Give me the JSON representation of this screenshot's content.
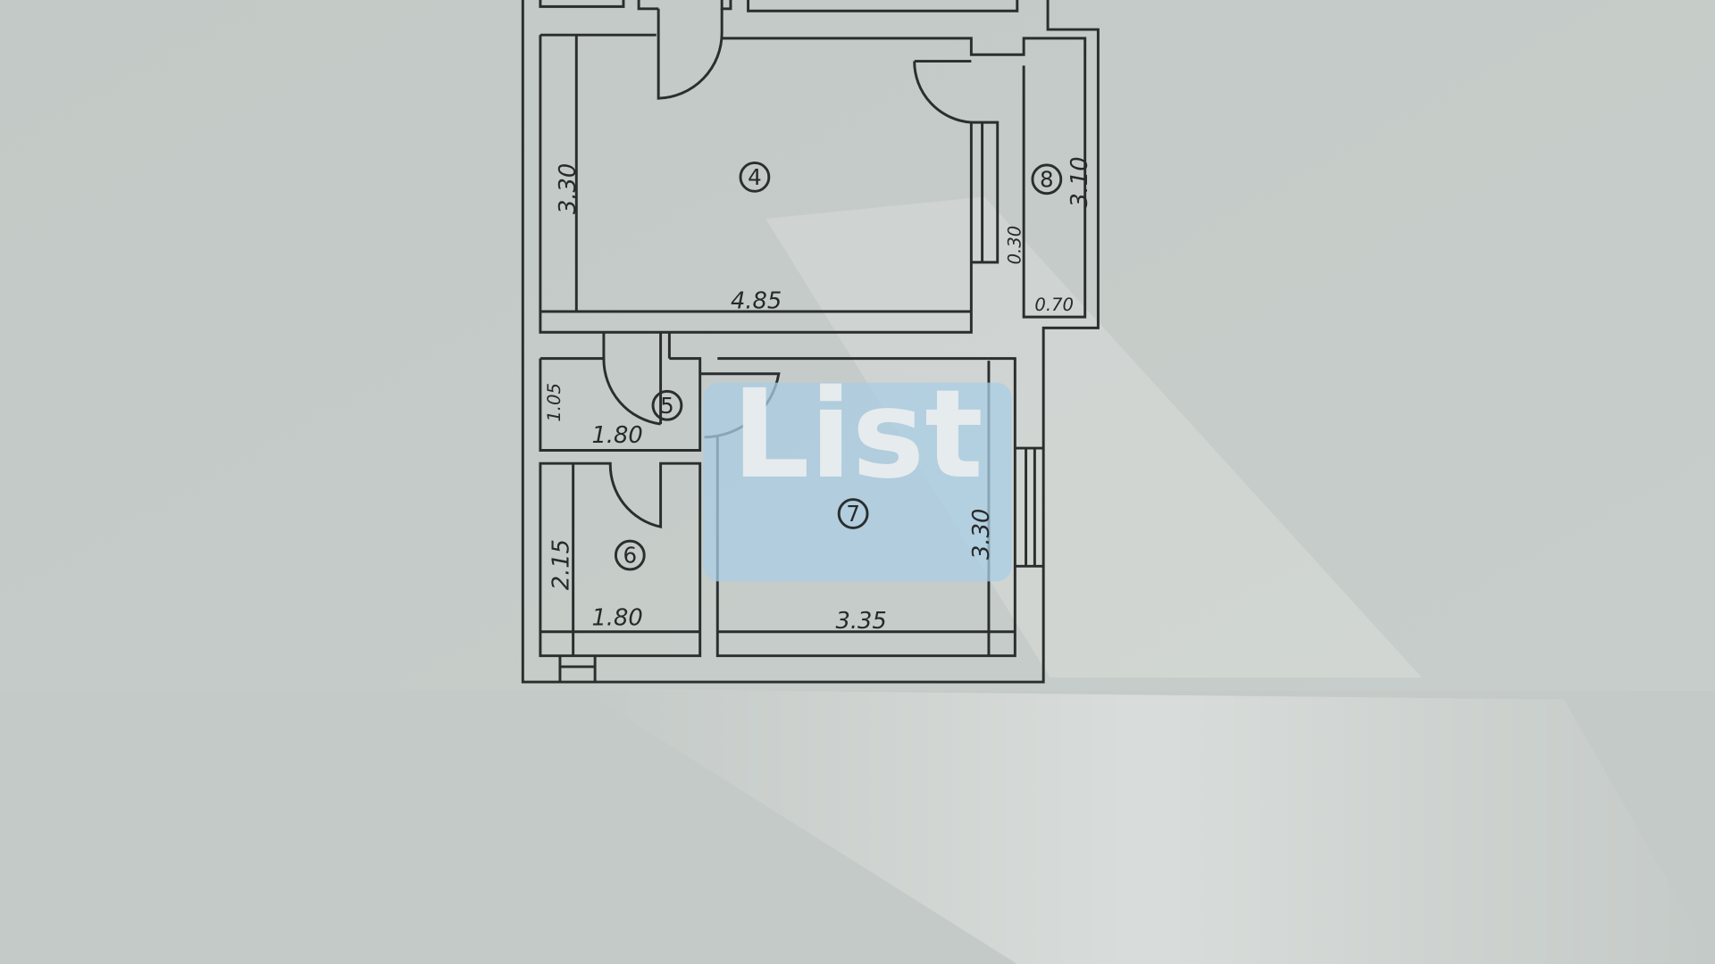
{
  "rooms": [
    {
      "number": "4",
      "width": "4.85",
      "height": "3.30"
    },
    {
      "number": "5",
      "width": "1.80",
      "height": "1.05"
    },
    {
      "number": "6",
      "width": "1.80",
      "height": "2.15"
    },
    {
      "number": "7",
      "width": "3.35",
      "height": "3.30"
    },
    {
      "number": "8",
      "width": "0.70",
      "height": "3.10"
    }
  ],
  "extra_dimensions": {
    "niche_depth": "0.30"
  },
  "watermark": {
    "text": "List",
    "color": "#a9cde4"
  }
}
